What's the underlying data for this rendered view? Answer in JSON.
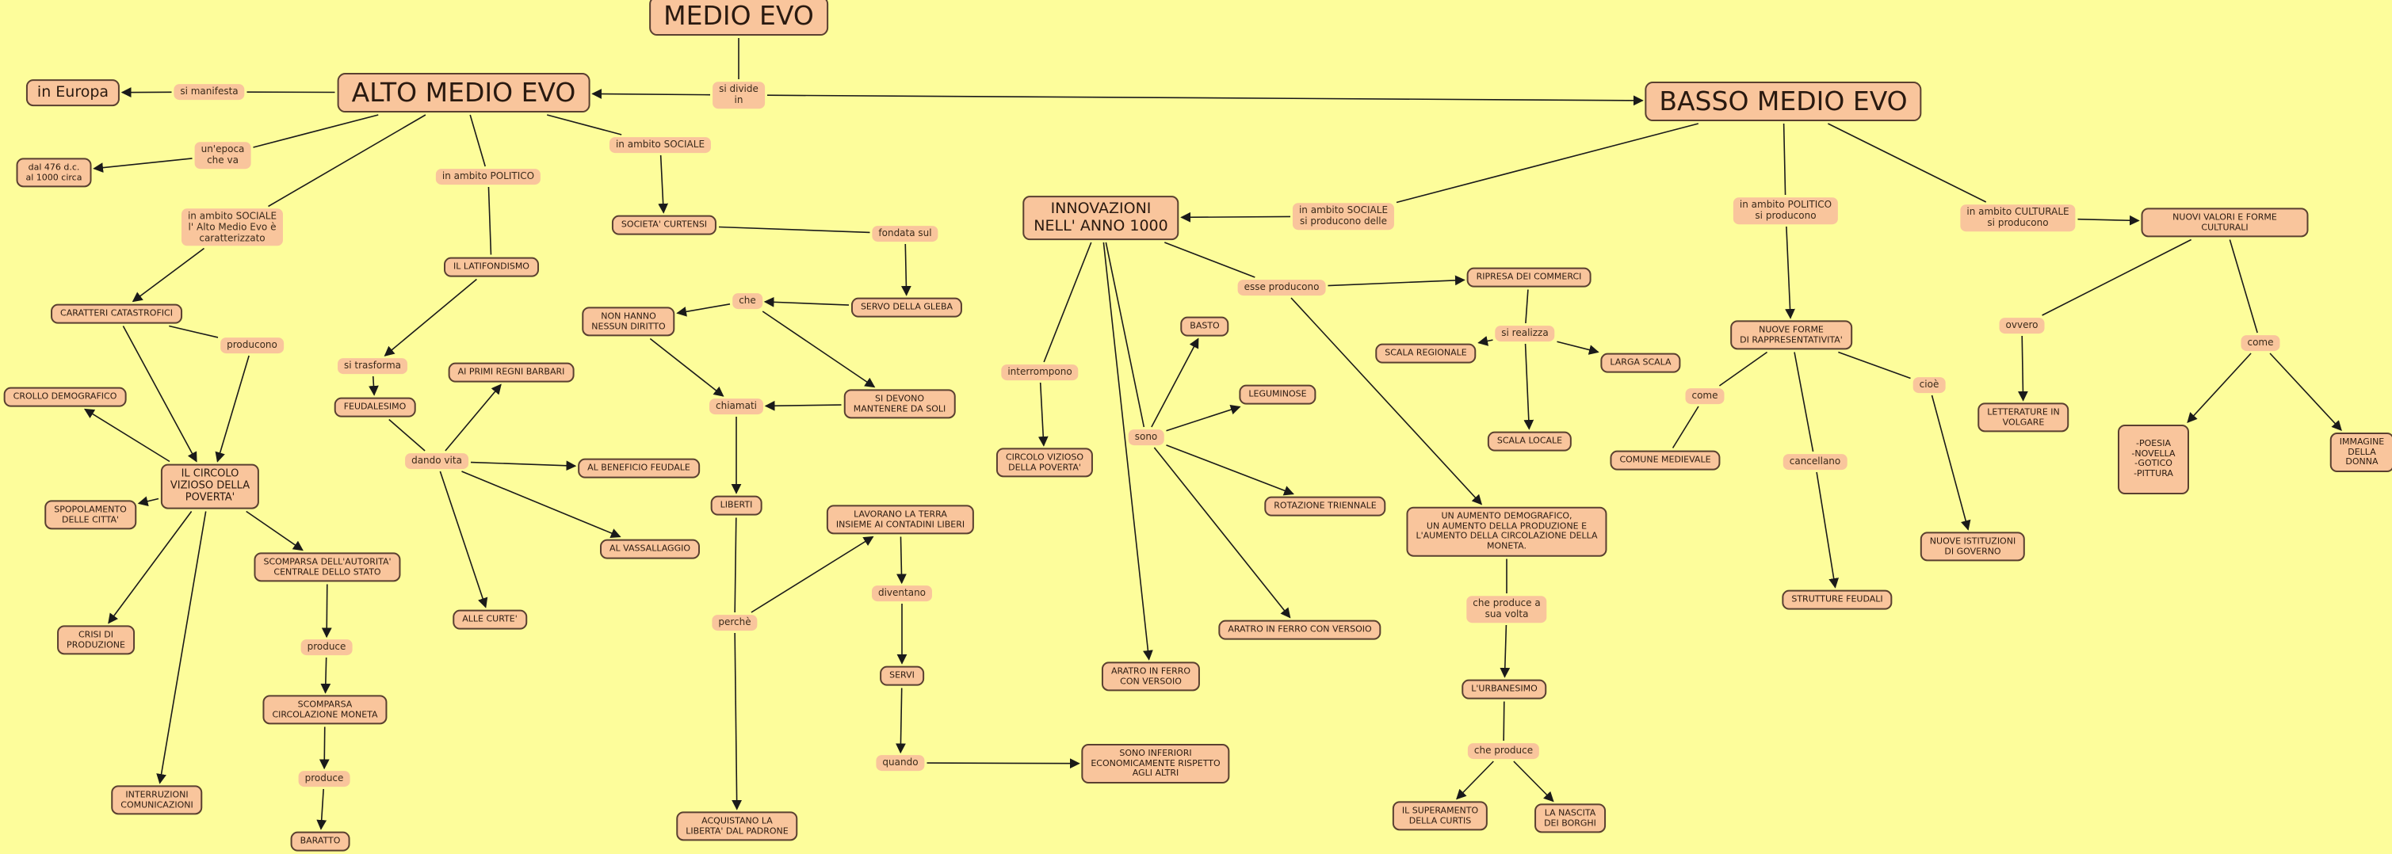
{
  "colors": {
    "background": "#fdfd9b",
    "node_fill": "#f9c59c",
    "node_border": "#5a4030",
    "edge": "#1a1a1a"
  },
  "nodes": [
    {
      "id": "medio_evo",
      "label": "MEDIO EVO",
      "kind": "node",
      "level": "l1"
    },
    {
      "id": "si_divide",
      "label": "si divide\nin",
      "kind": "link"
    },
    {
      "id": "alto",
      "label": "ALTO MEDIO EVO",
      "kind": "node",
      "level": "l1"
    },
    {
      "id": "basso",
      "label": "BASSO MEDIO EVO",
      "kind": "node",
      "level": "l1"
    },
    {
      "id": "europa",
      "label": "in Europa",
      "kind": "node",
      "level": "l2"
    },
    {
      "id": "si_manifesta",
      "label": "si manifesta",
      "kind": "link"
    },
    {
      "id": "dal476",
      "label": "dal 476 d.c.\nal 1000 circa",
      "kind": "node"
    },
    {
      "id": "epoca",
      "label": "un'epoca\nche va",
      "kind": "link"
    },
    {
      "id": "sociale1",
      "label": "in ambito SOCIALE\nl' Alto Medio Evo è\ncaratterizzato",
      "kind": "link"
    },
    {
      "id": "politico1",
      "label": "in ambito POLITICO",
      "kind": "link"
    },
    {
      "id": "sociale2",
      "label": "in ambito SOCIALE",
      "kind": "link"
    },
    {
      "id": "curtensi",
      "label": "SOCIETA' CURTENSI",
      "kind": "node"
    },
    {
      "id": "fondata",
      "label": "fondata sul",
      "kind": "link"
    },
    {
      "id": "servo",
      "label": "SERVO DELLA GLEBA",
      "kind": "node"
    },
    {
      "id": "che1",
      "label": "che",
      "kind": "link"
    },
    {
      "id": "nonhanno",
      "label": "NON HANNO\nNESSUN DIRITTO",
      "kind": "node"
    },
    {
      "id": "sidevono",
      "label": "SI DEVONO\nMANTENERE DA SOLI",
      "kind": "node"
    },
    {
      "id": "chiamati",
      "label": "chiamati",
      "kind": "link"
    },
    {
      "id": "liberti",
      "label": "LIBERTI",
      "kind": "node"
    },
    {
      "id": "perche",
      "label": "perchè",
      "kind": "link"
    },
    {
      "id": "lavorano",
      "label": "LAVORANO LA TERRA\nINSIEME AI CONTADINI LIBERI",
      "kind": "node"
    },
    {
      "id": "diventano",
      "label": "diventano",
      "kind": "link"
    },
    {
      "id": "servi",
      "label": "SERVI",
      "kind": "node"
    },
    {
      "id": "quando",
      "label": "quando",
      "kind": "link"
    },
    {
      "id": "inferiori",
      "label": "SONO INFERIORI\nECONOMICAMENTE RISPETTO\nAGLI ALTRI",
      "kind": "node"
    },
    {
      "id": "acquistano",
      "label": "ACQUISTANO LA\nLIBERTA' DAL PADRONE",
      "kind": "node"
    },
    {
      "id": "latifondismo",
      "label": "IL LATIFONDISMO",
      "kind": "node"
    },
    {
      "id": "trasforma",
      "label": "si trasforma",
      "kind": "link"
    },
    {
      "id": "feudalesimo",
      "label": "FEUDALESIMO",
      "kind": "node"
    },
    {
      "id": "dandovita",
      "label": "dando vita",
      "kind": "link"
    },
    {
      "id": "regni",
      "label": "AI PRIMI REGNI BARBARI",
      "kind": "node"
    },
    {
      "id": "beneficio",
      "label": "AL BENEFICIO FEUDALE",
      "kind": "node"
    },
    {
      "id": "vassallaggio",
      "label": "AL VASSALLAGGIO",
      "kind": "node"
    },
    {
      "id": "curtei",
      "label": "ALLE CURTE'",
      "kind": "node"
    },
    {
      "id": "catastrofici",
      "label": "CARATTERI CATASTROFICI",
      "kind": "node"
    },
    {
      "id": "producono1",
      "label": "producono",
      "kind": "link"
    },
    {
      "id": "circolo1",
      "label": "IL CIRCOLO\nVIZIOSO DELLA\nPOVERTA'",
      "kind": "node",
      "size": "big"
    },
    {
      "id": "crollo",
      "label": "CROLLO DEMOGRAFICO",
      "kind": "node"
    },
    {
      "id": "spopolamento",
      "label": "SPOPOLAMENTO\nDELLE CITTA'",
      "kind": "node"
    },
    {
      "id": "crisi",
      "label": "CRISI DI\nPRODUZIONE",
      "kind": "node"
    },
    {
      "id": "interruzioni",
      "label": "INTERRUZIONI\nCOMUNICAZIONI",
      "kind": "node"
    },
    {
      "id": "scomparsa_aut",
      "label": "SCOMPARSA DELL'AUTORITA'\nCENTRALE DELLO STATO",
      "kind": "node"
    },
    {
      "id": "produce1",
      "label": "produce",
      "kind": "link"
    },
    {
      "id": "scomparsa_mon",
      "label": "SCOMPARSA\nCIRCOLAZIONE MONETA",
      "kind": "node"
    },
    {
      "id": "produce2",
      "label": "produce",
      "kind": "link"
    },
    {
      "id": "baratto",
      "label": "BARATTO",
      "kind": "node"
    },
    {
      "id": "innovazioni",
      "label": "INNOVAZIONI\nNELL' ANNO 1000",
      "kind": "node",
      "level": "l2"
    },
    {
      "id": "sociale3",
      "label": "in ambito SOCIALE\nsi producono delle",
      "kind": "link"
    },
    {
      "id": "interrompono",
      "label": "interrompono",
      "kind": "link"
    },
    {
      "id": "circolo2",
      "label": "CIRCOLO VIZIOSO\nDELLA POVERTA'",
      "kind": "node"
    },
    {
      "id": "sono",
      "label": "sono",
      "kind": "link"
    },
    {
      "id": "basto",
      "label": "BASTO",
      "kind": "node"
    },
    {
      "id": "leguminose",
      "label": "LEGUMINOSE",
      "kind": "node"
    },
    {
      "id": "rotazione",
      "label": "ROTAZIONE TRIENNALE",
      "kind": "node"
    },
    {
      "id": "aratro1",
      "label": "ARATRO IN FERRO CON VERSOIO",
      "kind": "node"
    },
    {
      "id": "aratro2",
      "label": "ARATRO IN FERRO\nCON VERSOIO",
      "kind": "node"
    },
    {
      "id": "esse",
      "label": "esse producono",
      "kind": "link"
    },
    {
      "id": "ripresa",
      "label": "RIPRESA DEI COMMERCI",
      "kind": "node"
    },
    {
      "id": "sirealizza",
      "label": "si realizza",
      "kind": "link"
    },
    {
      "id": "regionale",
      "label": "SCALA REGIONALE",
      "kind": "node"
    },
    {
      "id": "larga",
      "label": "LARGA SCALA",
      "kind": "node"
    },
    {
      "id": "locale",
      "label": "SCALA LOCALE",
      "kind": "node"
    },
    {
      "id": "aumento",
      "label": "UN AUMENTO DEMOGRAFICO,\nUN AUMENTO DELLA PRODUZIONE E\nL'AUMENTO DELLA CIRCOLAZIONE DELLA\nMONETA.",
      "kind": "node"
    },
    {
      "id": "cheproduce",
      "label": "che produce a\nsua volta",
      "kind": "link"
    },
    {
      "id": "urbanesimo",
      "label": "L'URBANESIMO",
      "kind": "node"
    },
    {
      "id": "cheproduce2",
      "label": "che produce",
      "kind": "link"
    },
    {
      "id": "superamento",
      "label": "IL SUPERAMENTO\nDELLA CURTIS",
      "kind": "node"
    },
    {
      "id": "nascita",
      "label": "LA NASCITA\nDEI BORGHI",
      "kind": "node"
    },
    {
      "id": "politico2",
      "label": "in ambito POLITICO\nsi producono",
      "kind": "link"
    },
    {
      "id": "nuoveforme",
      "label": "NUOVE FORME\nDI RAPPRESENTATIVITA'",
      "kind": "node"
    },
    {
      "id": "come1",
      "label": "come",
      "kind": "link"
    },
    {
      "id": "comune",
      "label": "COMUNE MEDIEVALE",
      "kind": "node"
    },
    {
      "id": "cancellano",
      "label": "cancellano",
      "kind": "link"
    },
    {
      "id": "strutture",
      "label": "STRUTTURE FEUDALI",
      "kind": "node"
    },
    {
      "id": "cioe",
      "label": "cioè",
      "kind": "link"
    },
    {
      "id": "istituzioni",
      "label": "NUOVE ISTITUZIONI\nDI GOVERNO",
      "kind": "node"
    },
    {
      "id": "culturale",
      "label": "in ambito CULTURALE\nsi producono",
      "kind": "link"
    },
    {
      "id": "valori",
      "label": "NUOVI VALORI E FORME CULTURALI",
      "kind": "node"
    },
    {
      "id": "ovvero",
      "label": "ovvero",
      "kind": "link"
    },
    {
      "id": "letterature",
      "label": "LETTERATURE IN\nVOLGARE",
      "kind": "node"
    },
    {
      "id": "come2",
      "label": "come",
      "kind": "link"
    },
    {
      "id": "poesia",
      "label": "-POESIA\n-NOVELLA\n-GOTICO\n-PITTURA",
      "kind": "node",
      "size": "tall"
    },
    {
      "id": "immagine",
      "label": "IMMAGINE\nDELLA\nDONNA",
      "kind": "node"
    }
  ],
  "edges": [
    [
      "medio_evo",
      "si_divide",
      false
    ],
    [
      "si_divide",
      "alto",
      true
    ],
    [
      "si_divide",
      "basso",
      true
    ],
    [
      "alto",
      "si_manifesta",
      false
    ],
    [
      "si_manifesta",
      "europa",
      true
    ],
    [
      "alto",
      "epoca",
      false
    ],
    [
      "epoca",
      "dal476",
      true
    ],
    [
      "alto",
      "sociale1",
      false
    ],
    [
      "sociale1",
      "catastrofici",
      true
    ],
    [
      "alto",
      "politico1",
      false
    ],
    [
      "politico1",
      "latifondismo",
      false
    ],
    [
      "alto",
      "sociale2",
      false
    ],
    [
      "sociale2",
      "curtensi",
      true
    ],
    [
      "curtensi",
      "fondata",
      false
    ],
    [
      "fondata",
      "servo",
      true
    ],
    [
      "servo",
      "che1",
      true
    ],
    [
      "che1",
      "nonhanno",
      true
    ],
    [
      "che1",
      "sidevono",
      true
    ],
    [
      "nonhanno",
      "chiamati",
      true
    ],
    [
      "sidevono",
      "chiamati",
      true
    ],
    [
      "chiamati",
      "liberti",
      true
    ],
    [
      "liberti",
      "perche",
      false
    ],
    [
      "perche",
      "lavorano",
      true
    ],
    [
      "perche",
      "acquistano",
      true
    ],
    [
      "lavorano",
      "diventano",
      true
    ],
    [
      "diventano",
      "servi",
      true
    ],
    [
      "servi",
      "quando",
      true
    ],
    [
      "quando",
      "inferiori",
      true
    ],
    [
      "latifondismo",
      "trasforma",
      true
    ],
    [
      "trasforma",
      "feudalesimo",
      true
    ],
    [
      "feudalesimo",
      "dandovita",
      false
    ],
    [
      "dandovita",
      "regni",
      true
    ],
    [
      "dandovita",
      "beneficio",
      true
    ],
    [
      "dandovita",
      "vassallaggio",
      true
    ],
    [
      "dandovita",
      "curtei",
      true
    ],
    [
      "catastrofici",
      "circolo1",
      true
    ],
    [
      "catastrofici",
      "producono1",
      false
    ],
    [
      "producono1",
      "circolo1",
      true
    ],
    [
      "circolo1",
      "crollo",
      true
    ],
    [
      "circolo1",
      "spopolamento",
      true
    ],
    [
      "circolo1",
      "crisi",
      true
    ],
    [
      "circolo1",
      "interruzioni",
      true
    ],
    [
      "circolo1",
      "scomparsa_aut",
      true
    ],
    [
      "scomparsa_aut",
      "produce1",
      true
    ],
    [
      "produce1",
      "scomparsa_mon",
      true
    ],
    [
      "scomparsa_mon",
      "produce2",
      true
    ],
    [
      "produce2",
      "baratto",
      true
    ],
    [
      "basso",
      "sociale3",
      false
    ],
    [
      "sociale3",
      "innovazioni",
      true
    ],
    [
      "innovazioni",
      "interrompono",
      false
    ],
    [
      "interrompono",
      "circolo2",
      true
    ],
    [
      "innovazioni",
      "sono",
      false
    ],
    [
      "innovazioni",
      "aratro2",
      true
    ],
    [
      "sono",
      "basto",
      true
    ],
    [
      "sono",
      "leguminose",
      true
    ],
    [
      "sono",
      "rotazione",
      true
    ],
    [
      "sono",
      "aratro1",
      true
    ],
    [
      "innovazioni",
      "esse",
      false
    ],
    [
      "esse",
      "ripresa",
      true
    ],
    [
      "esse",
      "aumento",
      true
    ],
    [
      "ripresa",
      "sirealizza",
      false
    ],
    [
      "sirealizza",
      "regionale",
      true
    ],
    [
      "sirealizza",
      "larga",
      true
    ],
    [
      "sirealizza",
      "locale",
      true
    ],
    [
      "aumento",
      "cheproduce",
      false
    ],
    [
      "cheproduce",
      "urbanesimo",
      true
    ],
    [
      "urbanesimo",
      "cheproduce2",
      false
    ],
    [
      "cheproduce2",
      "superamento",
      true
    ],
    [
      "cheproduce2",
      "nascita",
      true
    ],
    [
      "basso",
      "politico2",
      false
    ],
    [
      "politico2",
      "nuoveforme",
      true
    ],
    [
      "nuoveforme",
      "come1",
      false
    ],
    [
      "come1",
      "comune",
      false
    ],
    [
      "nuoveforme",
      "cancellano",
      false
    ],
    [
      "cancellano",
      "strutture",
      true
    ],
    [
      "nuoveforme",
      "cioe",
      false
    ],
    [
      "cioe",
      "istituzioni",
      true
    ],
    [
      "basso",
      "culturale",
      false
    ],
    [
      "culturale",
      "valori",
      true
    ],
    [
      "valori",
      "ovvero",
      false
    ],
    [
      "ovvero",
      "letterature",
      true
    ],
    [
      "valori",
      "come2",
      false
    ],
    [
      "come2",
      "poesia",
      true
    ],
    [
      "come2",
      "immagine",
      true
    ]
  ]
}
